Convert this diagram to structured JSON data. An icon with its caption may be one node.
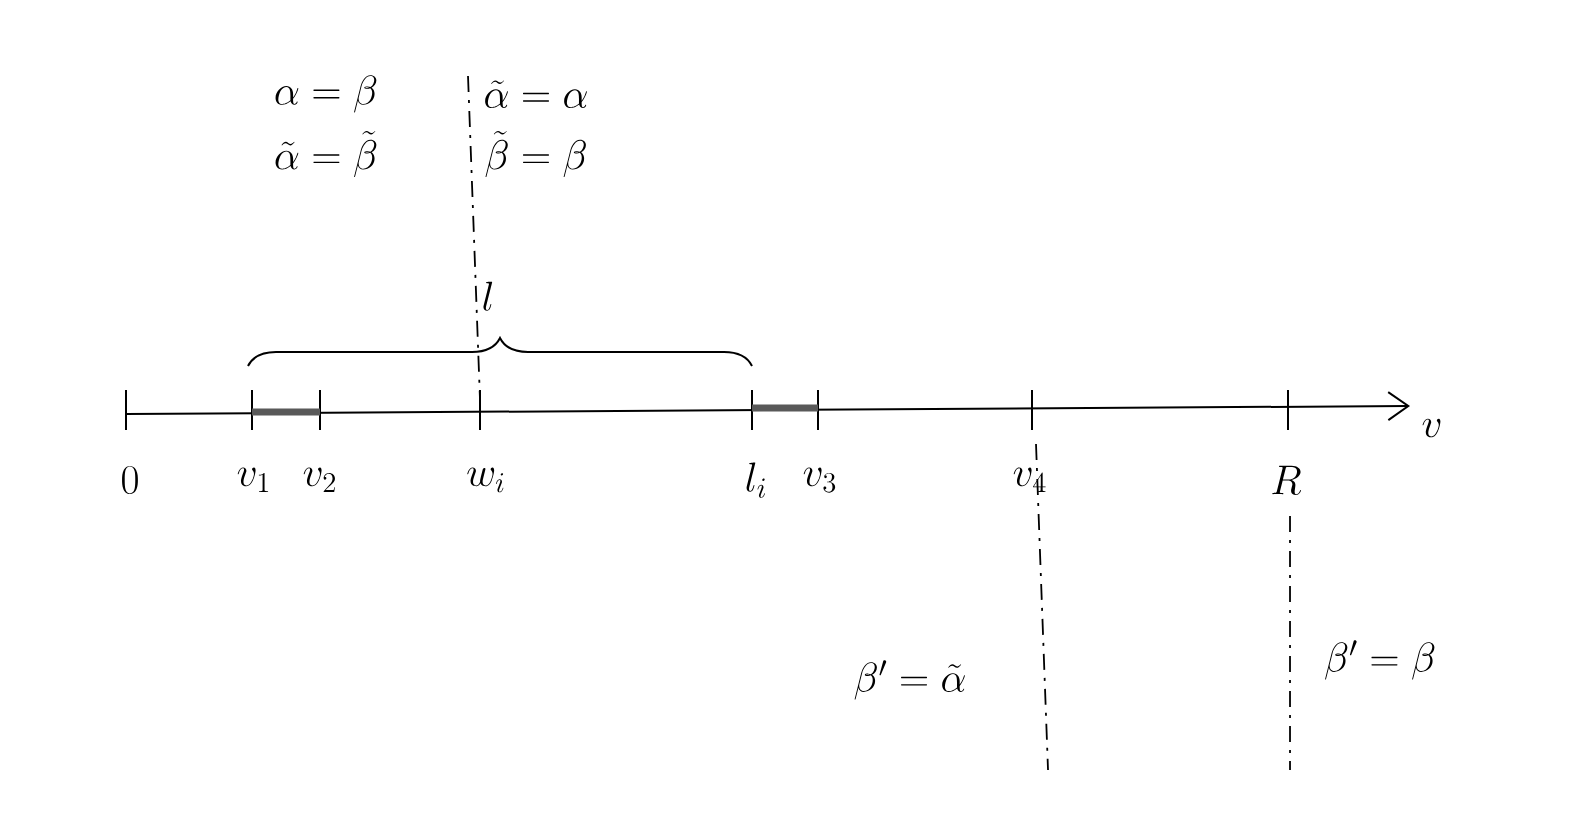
{
  "diagram": {
    "labels": [
      "\\alpha=\\beta",
      "\\tilde\\alpha=\\tilde\\beta",
      "\\tilde\\alpha=\\alpha",
      "\\tilde\\beta=\\beta",
      "l",
      "0",
      "v_1",
      "v_2",
      "w_i",
      "l_i",
      "v_3",
      "v_4",
      "R",
      "v",
      "\\beta'=\\tilde\\alpha",
      "\\beta'=\\beta"
    ]
  }
}
